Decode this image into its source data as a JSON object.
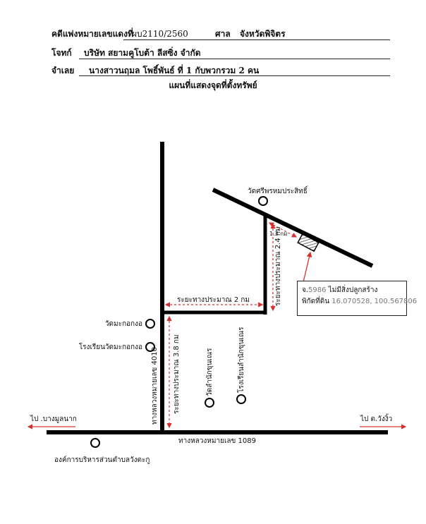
{
  "header": {
    "case_label": "คดีแพ่งหมายเลขแดงที่",
    "case_number": "ผบ2110/2560",
    "court_label": "ศาล",
    "court_name": "จังหวัดพิจิตร",
    "plaintiff_label": "โจทก์",
    "plaintiff_name": "บริษัท สยามคูโบต้า ลีสซิ่ง จำกัด",
    "defendant_label": "จำเลย",
    "defendant_name": "นางสาวนฤมล โพธิ์พันธ์ ที่ 1 กับพวกรวม 2 คน"
  },
  "map_title": "แผนที่แสดงจุดที่ตั้งทรัพย์",
  "landmarks": {
    "temple_top": "วัดศรีพรหมประสิทธิ์",
    "temple_makok": "วัดมะกอกงอ",
    "school_makok": "โรงเรียนวัดมะกอกงอ",
    "temple_lamnak": "วัดลำนักขุนเณร",
    "school_lamnak": "โรงเรียนลำนักขุนเณร",
    "tao_office": "องค์การบริหารส่วนตำบลวังตะกู"
  },
  "roads": {
    "highway_4010": "ทางหลวงหมายเลข 4010",
    "highway_1089": "ทางหลวงหมายเลข 1089"
  },
  "directions": {
    "west": "ไป .บางมูลนาก",
    "east": "ไป ต.วังงิ้ว"
  },
  "distances": {
    "horizontal_2km": "ระยะทางประมาณ 2 กม",
    "vertical_2_4km": "ระยะทางประมาณ 2.4 กม",
    "vertical_3_8km": "ระยะทางประมาณ 3.8 กม",
    "short_1_3km": "1.3 กม"
  },
  "property": {
    "line1_prefix": "จ.",
    "deed_number": "5986",
    "line1_suffix": " ไม่มีสิ่งปลูกสร้าง",
    "coord_label": "พิกัดที่ดิน",
    "coordinates": "16.070528, 100.567806"
  },
  "colors": {
    "road": "#000000",
    "marker_arrow": "#d63031",
    "property_hatch": "#333333"
  }
}
